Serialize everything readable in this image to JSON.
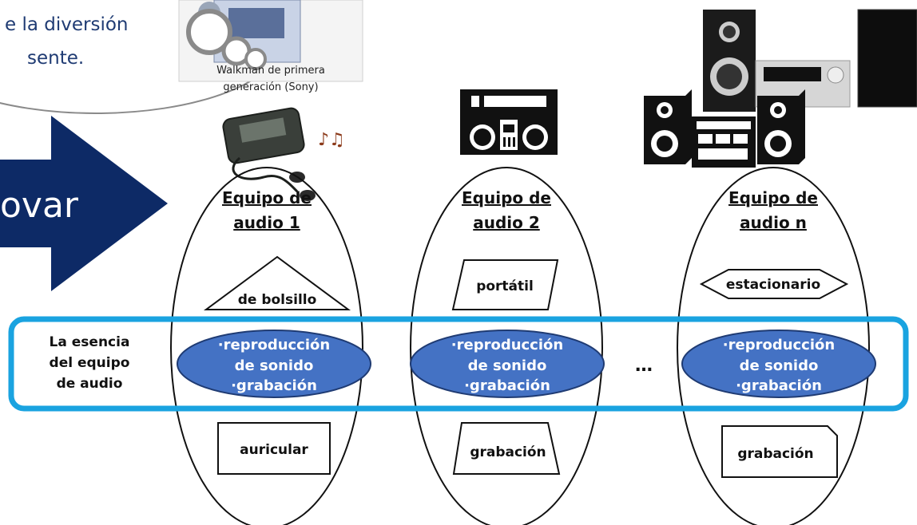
{
  "thought_bubble": {
    "line1": "e la diversión",
    "line2": "sente."
  },
  "arrow": {
    "label": "ovar",
    "color": "#0d2a66"
  },
  "photo_caption": {
    "line1": "Walkman de primera",
    "line2": "generación (Sony)"
  },
  "row_label": {
    "line1": "La esencia",
    "line2": "del equipo",
    "line3": "de audio"
  },
  "ellipsis": "…",
  "highlight_color": "#1aa3e0",
  "core_color": "#4472c4",
  "devices": [
    {
      "title1": "Equipo de",
      "title2": "audio 1",
      "form": "de bolsillo",
      "core1": "·reproducción",
      "core2": "de sonido",
      "core3": "·grabación",
      "feature": "auricular",
      "icon": "walkman-icon"
    },
    {
      "title1": "Equipo de",
      "title2": "audio 2",
      "form": "portátil",
      "core1": "·reproducción",
      "core2": "de sonido",
      "core3": "·grabación",
      "feature": "grabación",
      "icon": "boombox-icon"
    },
    {
      "title1": "Equipo de",
      "title2": "audio n",
      "form": "estacionario",
      "core1": "·reproducción",
      "core2": "de sonido",
      "core3": "·grabación",
      "feature": "grabación",
      "icon": "stereo-system-icon"
    }
  ]
}
